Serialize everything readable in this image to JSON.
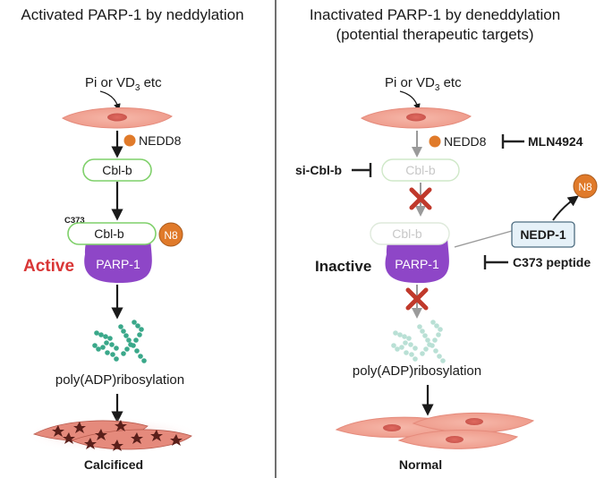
{
  "left_panel": {
    "title": "Activated PARP-1 by neddylation",
    "stimulus_main": "Pi or VD",
    "stimulus_sub": "3",
    "stimulus_tail": " etc",
    "nedd8_label": "NEDD8",
    "cblb_label": "Cbl-b",
    "c373_label": "C373",
    "cblb_bound_label": "Cbl-b",
    "n8_label": "N8",
    "parp_label": "PARP-1",
    "state_label": "Active",
    "process_label": "poly(ADP)ribosylation",
    "outcome_label": "Calcificed"
  },
  "right_panel": {
    "title_line1": "Inactivated PARP-1 by deneddylation",
    "title_line2": "(potential therapeutic targets)",
    "stimulus_main": "Pi or VD",
    "stimulus_sub": "3",
    "stimulus_tail": " etc",
    "nedd8_label": "NEDD8",
    "mln_label": "MLN4924",
    "sicblb_label": "si-Cbl-b",
    "cblb_label": "Cbl-b",
    "cblb_bound_label": "Cbl-b",
    "n8_label": "N8",
    "nedp_label": "NEDP-1",
    "parp_label": "PARP-1",
    "state_label": "Inactive",
    "peptide_label": "C373 peptide",
    "process_label": "poly(ADP)ribosylation",
    "outcome_label": "Normal"
  },
  "colors": {
    "active_red": "#d93636",
    "parp_purple": "#8e46c7",
    "nedd8_orange": "#e07a2a",
    "cblb_green": "#7fd06a",
    "nedp_blue": "#e6f1f8",
    "cell_pink": "#f2a89a",
    "polymer_teal": "#3aa88a",
    "x_red": "#c0392b",
    "inhibitor_dark": "#222222"
  },
  "icons": {
    "inhibit": "t-bar-inhibitor-icon",
    "block": "red-x-icon",
    "cell": "smooth-muscle-cell-icon",
    "polymer": "par-polymer-chain-icon"
  }
}
